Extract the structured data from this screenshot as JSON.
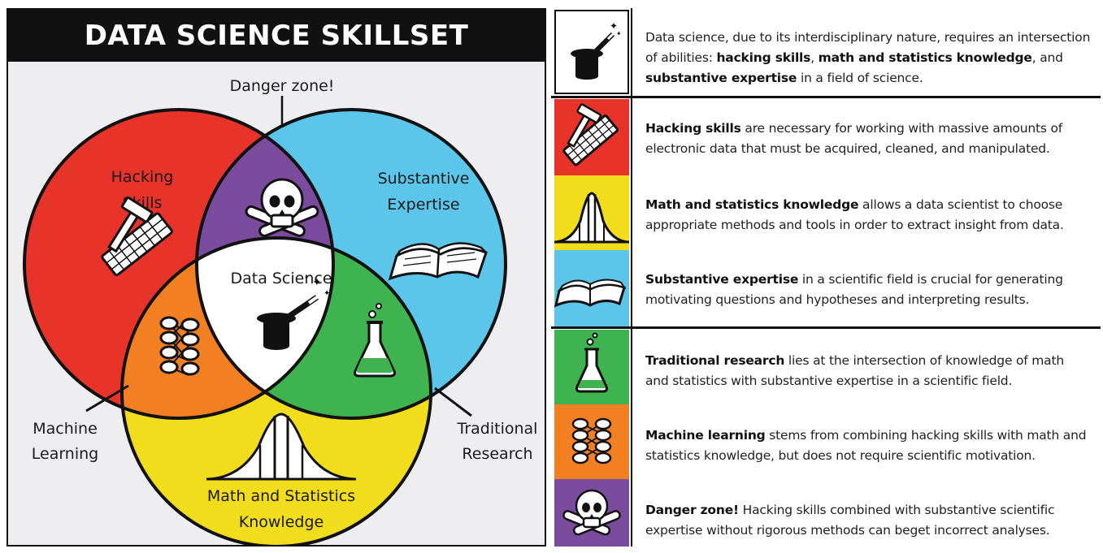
{
  "title": "DATA SCIENCE SKILLSET",
  "venn": {
    "danger_zone": "Danger zone!",
    "hacking_line1": "Hacking",
    "hacking_line2": "Skills",
    "substantive_line1": "Substantive",
    "substantive_line2": "Expertise",
    "data_science": "Data Science",
    "math_line1": "Math and Statistics",
    "math_line2": "Knowledge",
    "machine_line1": "Machine",
    "machine_line2": "Learning",
    "traditional_line1": "Traditional",
    "traditional_line2": "Research"
  },
  "colors": {
    "hacking": "#e8332b",
    "substantive": "#5bc6ea",
    "math": "#f2dd1c",
    "danger": "#7b4b9e",
    "machine": "#f27f21",
    "traditional": "#3fb34f",
    "center": "#ffffff"
  },
  "descriptions": [
    {
      "icon": "magic-hat-icon",
      "parts": [
        {
          "t": "Data science, due to its interdisciplinary nature, requires an intersection of abilities: ",
          "b": false
        },
        {
          "t": "hacking skills",
          "b": true
        },
        {
          "t": ", ",
          "b": false
        },
        {
          "t": "math and statistics knowledge",
          "b": true
        },
        {
          "t": ", and ",
          "b": false
        },
        {
          "t": "substantive expertise",
          "b": true
        },
        {
          "t": " in a field of science.",
          "b": false
        }
      ]
    },
    {
      "icon": "keyboard-hammer-icon",
      "parts": [
        {
          "t": "Hacking skills",
          "b": true
        },
        {
          "t": " are necessary for working with massive amounts of electronic data that must be acquired, cleaned, and manipulated.",
          "b": false
        }
      ]
    },
    {
      "icon": "bell-curve-icon",
      "parts": [
        {
          "t": "Math and statistics knowledge",
          "b": true
        },
        {
          "t": " allows a data scientist to choose appropriate methods and tools in order to extract insight from data.",
          "b": false
        }
      ]
    },
    {
      "icon": "open-book-icon",
      "parts": [
        {
          "t": "Substantive expertise",
          "b": true
        },
        {
          "t": " in a scientific field is crucial for generating motivating questions and hypotheses and interpreting results.",
          "b": false
        }
      ]
    },
    {
      "icon": "flask-icon",
      "parts": [
        {
          "t": "Traditional research",
          "b": true
        },
        {
          "t": " lies at the intersection of knowledge of math and statistics with substantive expertise in a scientific field.",
          "b": false
        }
      ]
    },
    {
      "icon": "neural-network-icon",
      "parts": [
        {
          "t": "Machine learning",
          "b": true
        },
        {
          "t": " stems from combining hacking skills with math and statistics knowledge, but does not require scientific motivation.",
          "b": false
        }
      ]
    },
    {
      "icon": "skull-crossbones-icon",
      "parts": [
        {
          "t": "Danger zone!",
          "b": true
        },
        {
          "t": " Hacking skills combined with substantive scientific expertise without rigorous methods can beget incorrect analyses.",
          "b": false
        }
      ]
    }
  ]
}
